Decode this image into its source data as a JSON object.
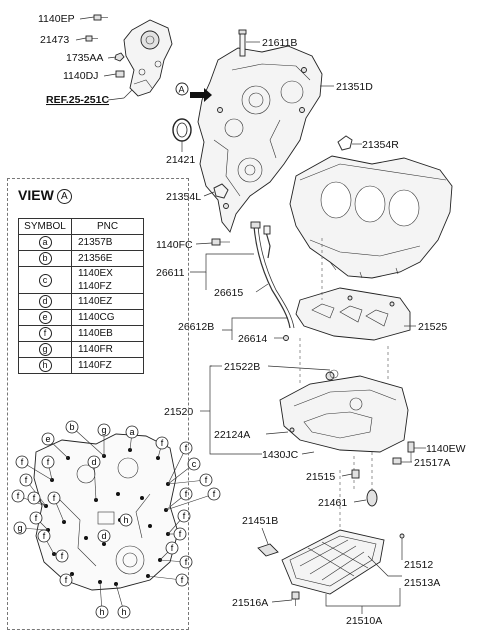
{
  "callouts": {
    "c1140EP": "1140EP",
    "c21473": "21473",
    "c1735AA": "1735AA",
    "c1140DJ": "1140DJ",
    "ref": "REF.25-251C",
    "c21611B": "21611B",
    "c21351D": "21351D",
    "c21421": "21421",
    "c21354R": "21354R",
    "c21354L": "21354L",
    "c1140FC": "1140FC",
    "c26611": "26611",
    "c26615": "26615",
    "c26612B": "26612B",
    "c26614": "26614",
    "c21525": "21525",
    "c21522B": "21522B",
    "c21520": "21520",
    "c22124A": "22124A",
    "c1430JC": "1430JC",
    "c1140EW": "1140EW",
    "c21517A": "21517A",
    "c21515": "21515",
    "c21461": "21461",
    "c21451B": "21451B",
    "c21512": "21512",
    "c21513A": "21513A",
    "c21516A": "21516A",
    "c21510A": "21510A",
    "view_marker": "A"
  },
  "view": {
    "title": "VIEW",
    "marker": "A",
    "headers": {
      "symbol": "SYMBOL",
      "pnc": "PNC"
    },
    "rows": [
      {
        "symbol": "a",
        "pnc": [
          "21357B"
        ]
      },
      {
        "symbol": "b",
        "pnc": [
          "21356E"
        ]
      },
      {
        "symbol": "c",
        "pnc": [
          "1140EX",
          "1140FZ"
        ]
      },
      {
        "symbol": "d",
        "pnc": [
          "1140EZ"
        ]
      },
      {
        "symbol": "e",
        "pnc": [
          "1140CG"
        ]
      },
      {
        "symbol": "f",
        "pnc": [
          "1140EB"
        ]
      },
      {
        "symbol": "g",
        "pnc": [
          "1140FR"
        ]
      },
      {
        "symbol": "h",
        "pnc": [
          "1140FZ"
        ]
      }
    ]
  },
  "view_letters": {
    "a": "a",
    "b": "b",
    "c": "c",
    "d": "d",
    "e": "e",
    "f": "f",
    "g": "g",
    "h": "h"
  }
}
